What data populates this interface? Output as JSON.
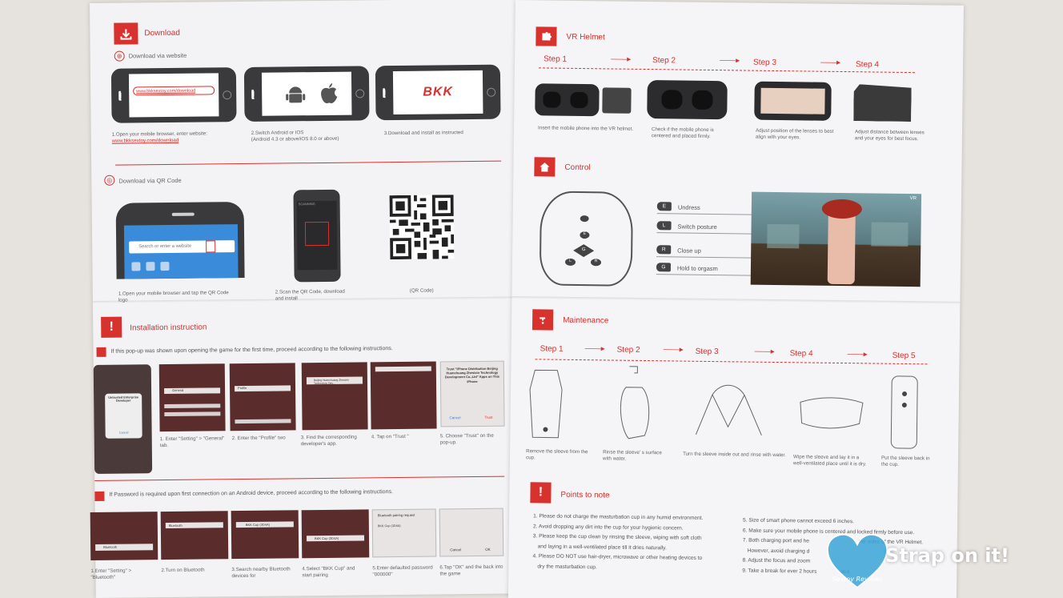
{
  "left": {
    "download": {
      "title": "Download",
      "via_website": "Download via website",
      "url_bar": "www.bkksextoy.com/download",
      "bkk_logo": "BKK",
      "caption1a": "1.Open your mobile browser, enter website:",
      "caption1b": "www.bkksextoy.com/download",
      "caption2a": "2.Switch Android or IOS",
      "caption2b": "(Android 4.3 or above/iOS 8.0 or above)",
      "caption3": "3.Download and install as instructed"
    },
    "qr": {
      "title": "Download via QR Code",
      "search_placeholder": "Search or enter a website",
      "scan_label": "SCANNING",
      "caption1a": "1.Open your mobile browser and tap the QR Code",
      "caption1b": "logo",
      "caption2a": "2.Scan the QR Code, download",
      "caption2b": "and install",
      "caption3": "(QR Code)"
    },
    "install": {
      "title": "Installation instruction",
      "ios_note": "If this pop-up was shown upon opening the game for the first time, proceed according to the following instructions.",
      "popup_title": "Untrusted Enterprise Developer",
      "popup_cancel": "Cancel",
      "general": "General",
      "profile": "Profile",
      "dev_app": "Beijing Huanchuang Zhesixin Technology Dev...",
      "trust_title": "Trust \"iPhone Distribution Beijing Huanchuang Zhesixin Technology Development Co.,Ltd\" Apps on This iPhone",
      "trust_cancel": "Cancel",
      "trust_ok": "Trust",
      "c1": "1. Enter \"Setting\" > \"General\"",
      "c1b": "tab.",
      "c2": "2. Enter the \"Profile\" two",
      "c3": "3. Find the corresponding",
      "c3b": "developer's app.",
      "c4": "4. Tap on \"Trust \"",
      "c5": "5. Choose \"Trust\" on the",
      "c5b": "pop-up.",
      "android_note": "If Password is required upon first connection on an Android device, proceed according to the following instructions.",
      "bluetooth": "Bluetooth",
      "bkk_cup": "BKK Cup (3D4A)",
      "pairing": "Bluetooth pairing request",
      "a_cancel": "Cancel",
      "a_ok": "OK",
      "a1": "1.Enter \"Setting\" >",
      "a1b": "\"Bluetooth\"",
      "a2": "2.Turn on Bluetooth",
      "a3": "3.Search nearby Bluetooth",
      "a3b": "devices for",
      "a4": "4.Select \"BKK Cup\" and",
      "a4b": "start pairing",
      "a5": "5.Enter defaulted password",
      "a5b": "\"000000\"",
      "a6": "6.Tap \"OK\" and the back into",
      "a6b": "the game"
    }
  },
  "right": {
    "vr": {
      "title": "VR Helmet",
      "steps": [
        "Step 1",
        "Step 2",
        "Step 3",
        "Step 4"
      ],
      "c1": "Insert the mobile phone into the VR helmet.",
      "c2": "Check if the mobile phone is centered and placed firmly.",
      "c3": "Adjust position of the lenses to best align with your eyes.",
      "c4": "Adjust distance between lenses and your eyes for best focus."
    },
    "control": {
      "title": "Control",
      "items": [
        {
          "key": "E",
          "label": "Undress"
        },
        {
          "key": "L",
          "label": "Switch posture"
        },
        {
          "key": "R",
          "label": "Close up"
        },
        {
          "key": "G",
          "label": "Hold to orgasm"
        }
      ],
      "vr_badge": "VR"
    },
    "maintenance": {
      "title": "Maintenance",
      "steps": [
        "Step 1",
        "Step 2",
        "Step 3",
        "Step 4",
        "Step 5"
      ],
      "c1": "Remove the sleeve from the cup.",
      "c2": "Rinse the sleeve' s surface with water.",
      "c3": "Turn the sleeve inside out and rinse with water.",
      "c4": "Wipe the sleeve and lay it in a well-ventilated place until it is dry.",
      "c5": "Put the sleeve back in the cup."
    },
    "points": {
      "title": "Points to note",
      "left": [
        "1. Please do not charge the masturbation cup in any humid environment.",
        "2. Avoid dropping any dirt into the cup for your hygienic concern.",
        "3. Please keep the cup clean by rinsing the sleeve, wiping with soft cloth",
        "and laying in a well-ventilated place till it dries naturally.",
        "4. Please DO NOT use hair-dryer, microwave or other heating devices to",
        "dry the masturbation cup."
      ],
      "right": [
        "5. Size of smart phone cannot exceed 6 inches.",
        "6. Make sure your mobile phone is centered and locked firmly before use.",
        "7. Both charging port and he",
        "the sides of the VR Helmet.",
        "However, avoid charging d",
        "8. Adjust the focus and zoom",
        "9. Take a break for ever 2 hours",
        "ded."
      ]
    }
  },
  "watermark": {
    "brand": "Strap on it!",
    "heart_text": "Sextoy Reviews"
  },
  "colors": {
    "accent": "#d7322e",
    "paper": "#f3f2f4",
    "background": "#e6e2de"
  }
}
